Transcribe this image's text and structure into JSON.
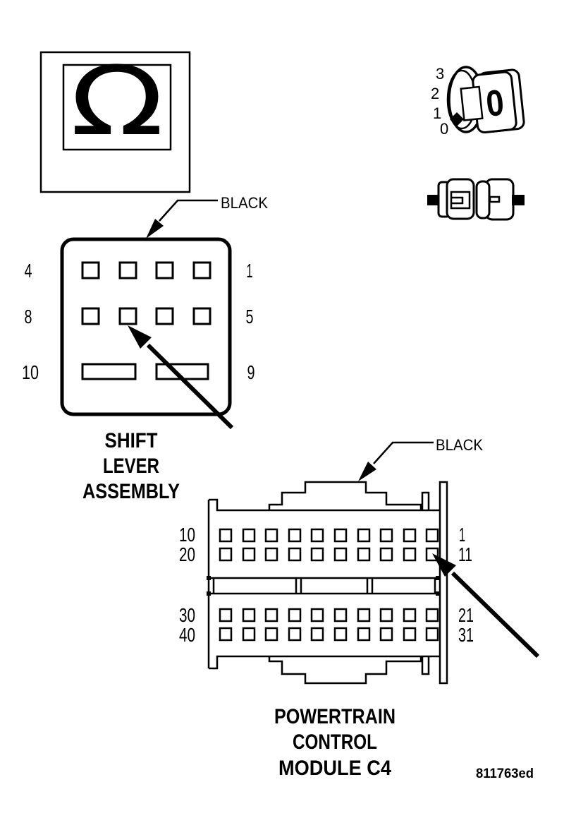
{
  "ohmmeter": {
    "symbol": "Ω"
  },
  "dial": {
    "scale_labels": [
      "3",
      "2",
      "1",
      "0"
    ],
    "knob_face_label": "0"
  },
  "shift_lever": {
    "wire_color_label": "BLACK",
    "name_lines": [
      "SHIFT",
      "LEVER",
      "ASSEMBLY"
    ],
    "pins_left": [
      "4",
      "8",
      "10"
    ],
    "pins_right": [
      "1",
      "5",
      "9"
    ]
  },
  "pcm": {
    "wire_color_label": "BLACK",
    "name_lines": [
      "POWERTRAIN",
      "CONTROL",
      "MODULE C4"
    ],
    "pins_left": [
      "10",
      "20",
      "30",
      "40"
    ],
    "pins_right": [
      "1",
      "11",
      "21",
      "31"
    ]
  },
  "figure_id": "811763ed",
  "colors": {
    "ink": "#000000",
    "paper": "#ffffff"
  }
}
